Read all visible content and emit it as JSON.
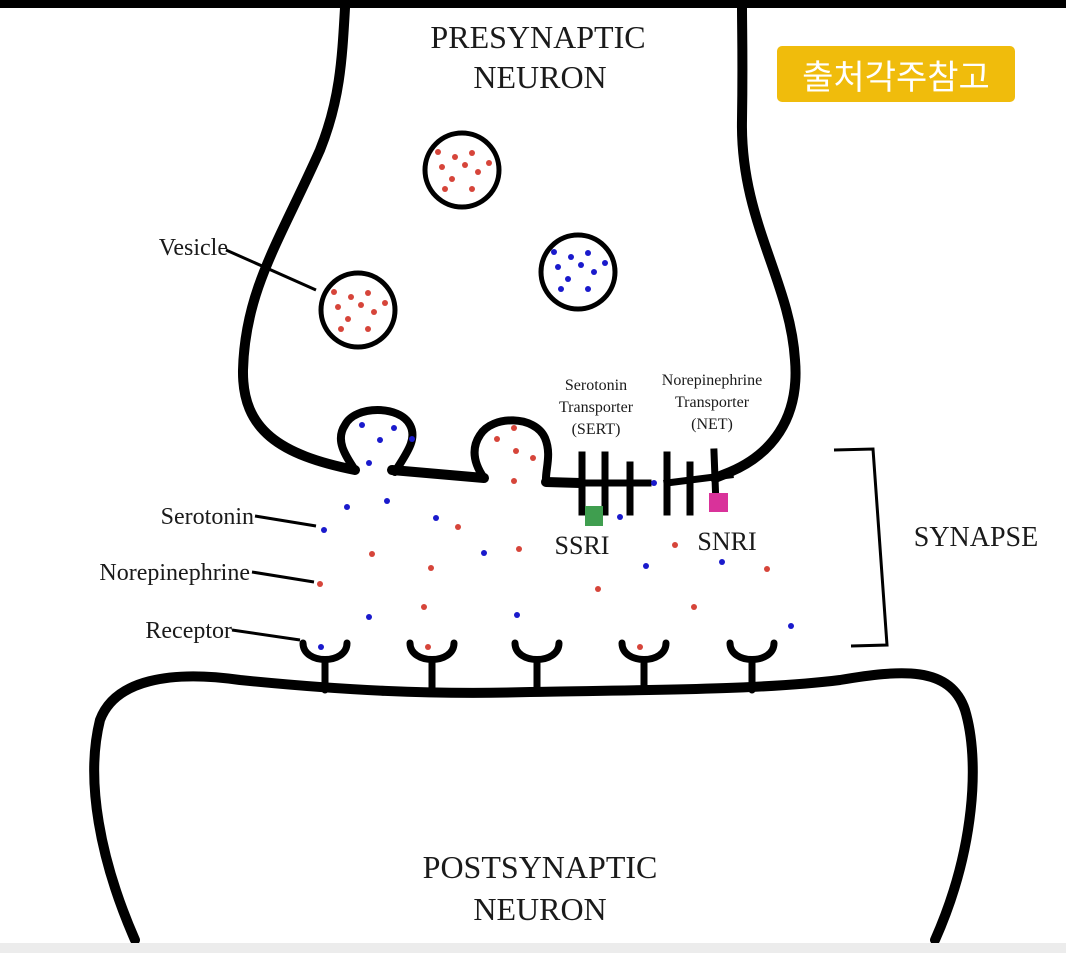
{
  "diagram": {
    "title_presynaptic_line1": "PRESYNAPTIC",
    "title_presynaptic_line2": "NEURON",
    "title_postsynaptic_line1": "POSTSYNAPTIC",
    "title_postsynaptic_line2": "NEURON",
    "labels": {
      "vesicle": "Vesicle",
      "serotonin": "Serotonin",
      "norepinephrine": "Norepinephrine",
      "receptor": "Receptor",
      "synapse": "SYNAPSE",
      "ssri": "SSRI",
      "snri": "SNRI",
      "sert_line1": "Serotonin",
      "sert_line2": "Transporter",
      "sert_line3": "(SERT)",
      "net_line1": "Norepinephrine",
      "net_line2": "Transporter",
      "net_line3": "(NET)"
    },
    "colors": {
      "serotonin": "#1a1acc",
      "norepinephrine": "#d6453a",
      "ssri": "#3f9e4f",
      "snri": "#d9329a",
      "outline": "#000000"
    },
    "vesicles": [
      {
        "id": "vesicle-top",
        "contents": "norepinephrine",
        "molecule_count": 10
      },
      {
        "id": "vesicle-left",
        "contents": "norepinephrine",
        "molecule_count": 10
      },
      {
        "id": "vesicle-right",
        "contents": "serotonin",
        "molecule_count": 10
      }
    ],
    "receptor_count": 5,
    "receptor_bound": [
      "serotonin",
      "norepinephrine",
      "none",
      "norepinephrine",
      "none"
    ]
  },
  "watermark": {
    "text": "출처각주참고",
    "color": "#f0bc0c"
  }
}
